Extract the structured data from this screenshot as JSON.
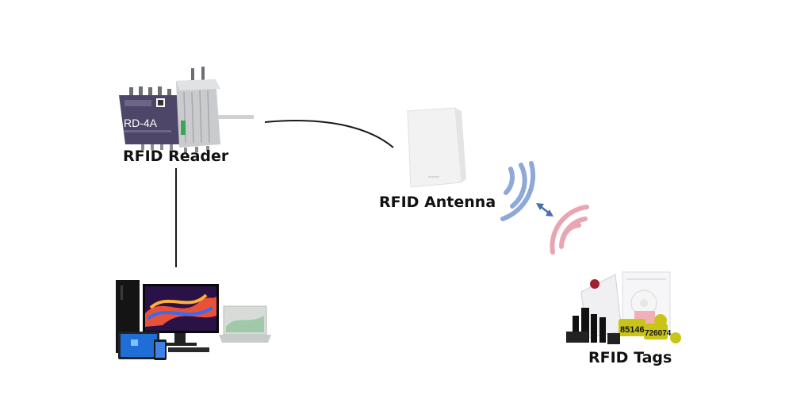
{
  "nodes": {
    "reader": {
      "label": "RFID Reader",
      "model": "RD-4A"
    },
    "antenna": {
      "label": "RFID Antenna"
    },
    "tags": {
      "label": "RFID Tags",
      "tag_numbers": [
        "851467",
        "726074"
      ]
    },
    "computer": {}
  },
  "colors": {
    "wave_antenna": "#8fa9d6",
    "wave_tags": "#e8a6b1",
    "arrow": "#4a6fb0",
    "line": "#1a1a1a",
    "reader_body": "#4e4668",
    "reader_case": "#c9cbcd"
  }
}
